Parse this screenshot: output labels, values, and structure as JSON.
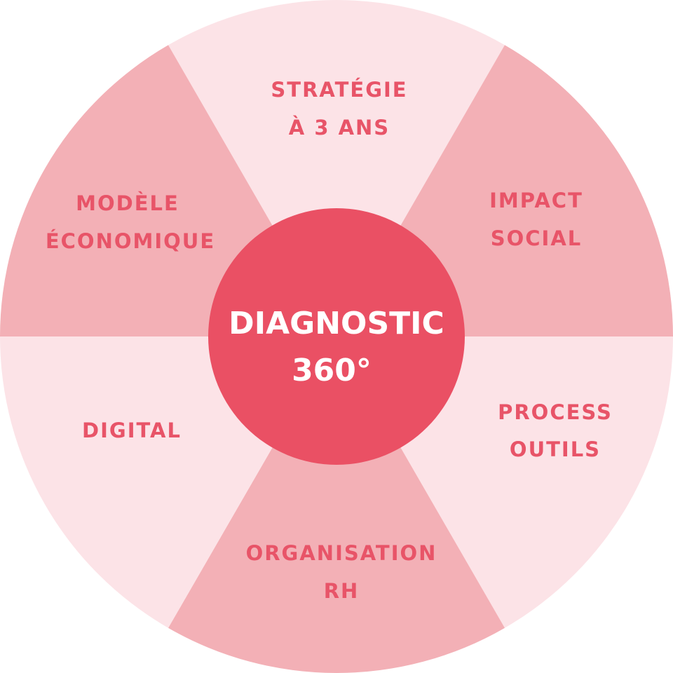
{
  "colors": {
    "light": "#fce3e7",
    "medium": "#f3b0b6",
    "center": "#ea5064",
    "label": "#e85468",
    "center_text": "#ffffff"
  },
  "center": {
    "line1": "DIAGNOSTIC",
    "line2": "360°"
  },
  "segments": [
    {
      "id": "strategie",
      "line1": "STRATÉGIE",
      "line2": "À 3 ANS",
      "shade": "light"
    },
    {
      "id": "impact",
      "line1": "IMPACT",
      "line2": "SOCIAL",
      "shade": "medium"
    },
    {
      "id": "process",
      "line1": "PROCESS",
      "line2": "OUTILS",
      "shade": "light"
    },
    {
      "id": "organisation",
      "line1": "ORGANISATION",
      "line2": "RH",
      "shade": "medium"
    },
    {
      "id": "digital",
      "line1": "DIGITAL",
      "line2": "",
      "shade": "light"
    },
    {
      "id": "modele",
      "line1": "MODÈLE",
      "line2": "ÉCONOMIQUE",
      "shade": "medium"
    }
  ]
}
